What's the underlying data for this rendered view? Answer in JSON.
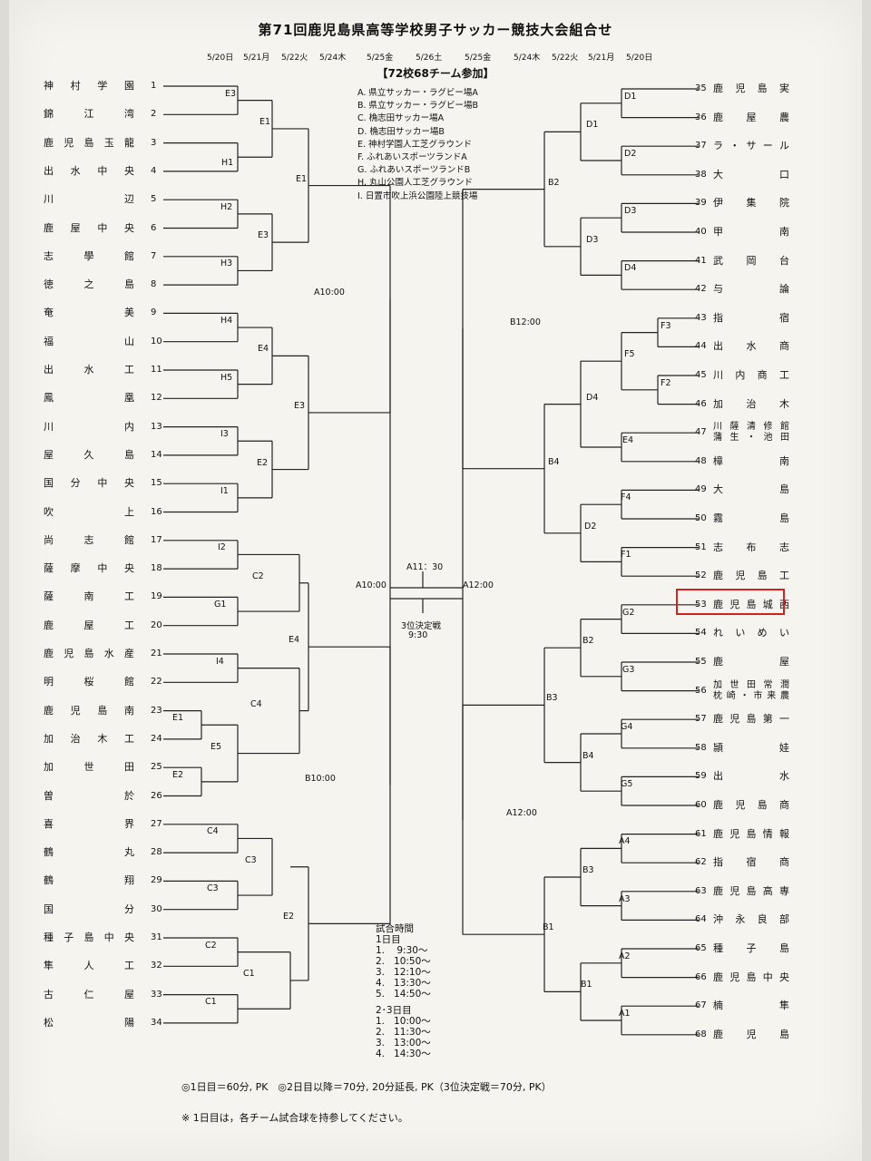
{
  "title": "第71回鹿児島県高等学校男子サッカー競技大会組合せ",
  "participants": "【72校68チーム参加】",
  "dates_left": [
    "5/20日",
    "5/21月",
    "5/22火",
    "5/24木",
    "5/25金"
  ],
  "dates_center": [
    "5/26土"
  ],
  "dates_right": [
    "5/25金",
    "5/24木",
    "5/22火",
    "5/21月",
    "5/20日"
  ],
  "venues": [
    "A.  県立サッカー・ラグビー場A",
    "B.  県立サッカー・ラグビー場B",
    "C.  桷志田サッカー場A",
    "D.  桷志田サッカー場B",
    "E.  神村学園人工芝グラウンド",
    "F.  ふれあいスポーツランドA",
    "G.  ふれあいスポーツランドB",
    "H.  丸山公園人工芝グラウンド",
    "I.   日置市吹上浜公園陸上競技場"
  ],
  "left_teams": [
    {
      "num": "1",
      "name": "神村学園"
    },
    {
      "num": "2",
      "name": "錦江湾"
    },
    {
      "num": "3",
      "name": "鹿児島玉龍"
    },
    {
      "num": "4",
      "name": "出水中央"
    },
    {
      "num": "5",
      "name": "川辺"
    },
    {
      "num": "6",
      "name": "鹿屋中央"
    },
    {
      "num": "7",
      "name": "志學館"
    },
    {
      "num": "8",
      "name": "徳之島"
    },
    {
      "num": "9",
      "name": "奄美"
    },
    {
      "num": "10",
      "name": "福山"
    },
    {
      "num": "11",
      "name": "出水工"
    },
    {
      "num": "12",
      "name": "鳳凰"
    },
    {
      "num": "13",
      "name": "川内"
    },
    {
      "num": "14",
      "name": "屋久島"
    },
    {
      "num": "15",
      "name": "国分中央"
    },
    {
      "num": "16",
      "name": "吹上"
    },
    {
      "num": "17",
      "name": "尚志館"
    },
    {
      "num": "18",
      "name": "薩摩中央"
    },
    {
      "num": "19",
      "name": "薩南工"
    },
    {
      "num": "20",
      "name": "鹿屋工"
    },
    {
      "num": "21",
      "name": "鹿児島水産"
    },
    {
      "num": "22",
      "name": "明桜館"
    },
    {
      "num": "23",
      "name": "鹿児島南"
    },
    {
      "num": "24",
      "name": "加治木工"
    },
    {
      "num": "25",
      "name": "加世田"
    },
    {
      "num": "26",
      "name": "曽於"
    },
    {
      "num": "27",
      "name": "喜界"
    },
    {
      "num": "28",
      "name": "鶴丸"
    },
    {
      "num": "29",
      "name": "鶴翔"
    },
    {
      "num": "30",
      "name": "国分"
    },
    {
      "num": "31",
      "name": "種子島中央"
    },
    {
      "num": "32",
      "name": "隼人工"
    },
    {
      "num": "33",
      "name": "古仁屋"
    },
    {
      "num": "34",
      "name": "松陽"
    }
  ],
  "right_teams": [
    {
      "num": "35",
      "name": "鹿児島実"
    },
    {
      "num": "36",
      "name": "鹿屋農"
    },
    {
      "num": "37",
      "name": "ラ・サール"
    },
    {
      "num": "38",
      "name": "大口"
    },
    {
      "num": "39",
      "name": "伊集院"
    },
    {
      "num": "40",
      "name": "甲南"
    },
    {
      "num": "41",
      "name": "武岡台"
    },
    {
      "num": "42",
      "name": "与論"
    },
    {
      "num": "43",
      "name": "指宿"
    },
    {
      "num": "44",
      "name": "出水商"
    },
    {
      "num": "45",
      "name": "川内商工"
    },
    {
      "num": "46",
      "name": "加治木"
    },
    {
      "num": "47",
      "name": "川薩清修館",
      "name2": "蒲生・池田"
    },
    {
      "num": "48",
      "name": "樟南"
    },
    {
      "num": "49",
      "name": "大島"
    },
    {
      "num": "50",
      "name": "霧島"
    },
    {
      "num": "51",
      "name": "志布志"
    },
    {
      "num": "52",
      "name": "鹿児島工"
    },
    {
      "num": "53",
      "name": "鹿児島城西"
    },
    {
      "num": "54",
      "name": "れいめい"
    },
    {
      "num": "55",
      "name": "鹿屋"
    },
    {
      "num": "56",
      "name": "加世田常潤",
      "name2": "枕崎・市来農"
    },
    {
      "num": "57",
      "name": "鹿児島第一"
    },
    {
      "num": "58",
      "name": "頴娃"
    },
    {
      "num": "59",
      "name": "出水"
    },
    {
      "num": "60",
      "name": "鹿児島商"
    },
    {
      "num": "61",
      "name": "鹿児島情報"
    },
    {
      "num": "62",
      "name": "指宿商"
    },
    {
      "num": "63",
      "name": "鹿児島高専"
    },
    {
      "num": "64",
      "name": "沖永良部"
    },
    {
      "num": "65",
      "name": "種子島"
    },
    {
      "num": "66",
      "name": "鹿児島中央"
    },
    {
      "num": "67",
      "name": "楠隼"
    },
    {
      "num": "68",
      "name": "鹿児島"
    }
  ],
  "match_labels": {
    "E3a": "E3",
    "H1": "H1",
    "E1a": "E1",
    "H2": "H2",
    "H3": "H3",
    "E3b": "E3",
    "E1b": "E1",
    "H4": "H4",
    "H5": "H5",
    "E4a": "E4",
    "I3": "I3",
    "I1": "I1",
    "E2a": "E2",
    "E3c": "E3",
    "I2": "I2",
    "G1": "G1",
    "C2a": "C2",
    "I4": "I4",
    "E1c": "E1",
    "E2b": "E2",
    "E5": "E5",
    "C4a": "C4",
    "E4b": "E4",
    "C4b": "C4",
    "C3a": "C3",
    "C3b": "C3",
    "C2b": "C2",
    "C1a": "C1",
    "C1b": "C1",
    "E2c": "E2",
    "A10a": "A10:00",
    "B10": "B10:00",
    "A10final": "A10:00",
    "D1a": "D1",
    "D2a": "D2",
    "D1b": "D1",
    "D3a": "D3",
    "D4a": "D4",
    "D3b": "D3",
    "B2a": "B2",
    "F3": "F3",
    "F2": "F2",
    "F5": "F5",
    "E4r": "E4",
    "D4b": "D4",
    "F4": "F4",
    "F1": "F1",
    "D2b": "D2",
    "B4a": "B4",
    "B12": "B12:00",
    "G2": "G2",
    "G3": "G3",
    "B2b": "B2",
    "G4": "G4",
    "G5": "G5",
    "B4b": "B4",
    "B3a": "B3",
    "A4": "A4",
    "A3": "A3",
    "B3b": "B3",
    "A2": "A2",
    "A1": "A1",
    "B1a": "B1",
    "B1b": "B1",
    "A12a": "A12:00",
    "A12final": "A12:00",
    "A1130": "A11：30"
  },
  "third_place": {
    "label": "3位決定戦",
    "time": "9:30"
  },
  "match_times": {
    "heading": "試合時間",
    "day1": "1日目",
    "day1_rows": [
      "1.    9:30〜",
      "2.   10:50〜",
      "3.   12:10〜",
      "4.   13:30〜",
      "5.   14:50〜"
    ],
    "day23": "2･3日目",
    "day23_rows": [
      "1.   10:00〜",
      "2.   11:30〜",
      "3.   13:00〜",
      "4.   14:30〜"
    ]
  },
  "footer_note1": "◎1日目＝60分, PK　◎2日目以降＝70分, 20分延長, PK（3位決定戦＝70分, PK）",
  "footer_note2": "※  1日目は，各チーム試合球を持参してください。",
  "highlight_color": "#d22222"
}
